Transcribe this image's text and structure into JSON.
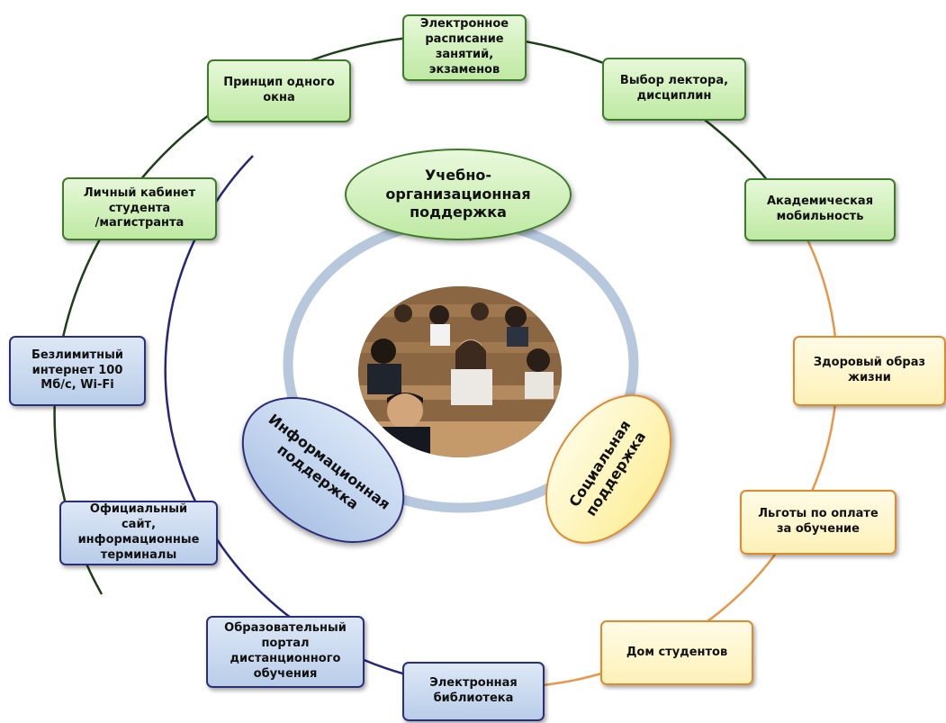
{
  "colors": {
    "ring_green": "#1f3f1a",
    "ring_blue": "#25287a",
    "ring_orange": "#e8964a",
    "inner_ring": "#b7c8dd"
  },
  "center_photo": {
    "icon": "students-classroom-photo"
  },
  "categories": {
    "academic": {
      "label": "Учебно-\nорганизационная\nподдержка",
      "color": "#bfe9a3"
    },
    "informational": {
      "label": "Информационная\nподдержка",
      "color": "#aec4e6"
    },
    "social": {
      "label": "Социальная\nподдержка",
      "color": "#fdef9e"
    }
  },
  "boxes": {
    "e_schedule": "Электронное\nрасписание\nзанятий,\nэкзаменов",
    "lecturer_choice": "Выбор лектора,\nдисциплин",
    "academic_mobility": "Академическая\nмобильность",
    "healthy_lifestyle": "Здоровый образ\nжизни",
    "tuition_benefits": "Льготы по оплате\nза обучение",
    "dormitory": "Дом студентов",
    "e_library": "Электронная\nбиблиотека",
    "distance_portal": "Образовательный\nпортал\nдистанционного\nобучения",
    "official_site": "Официальный\nсайт,\nинформационные\nтерминалы",
    "unlimited_internet": "Безлимитный\nинтернет 100\nМб/с, Wi-Fi",
    "personal_cabinet": "Личный кабинет\nстудента\n/магистранта",
    "one_window": "Принцип одного\nокна"
  }
}
